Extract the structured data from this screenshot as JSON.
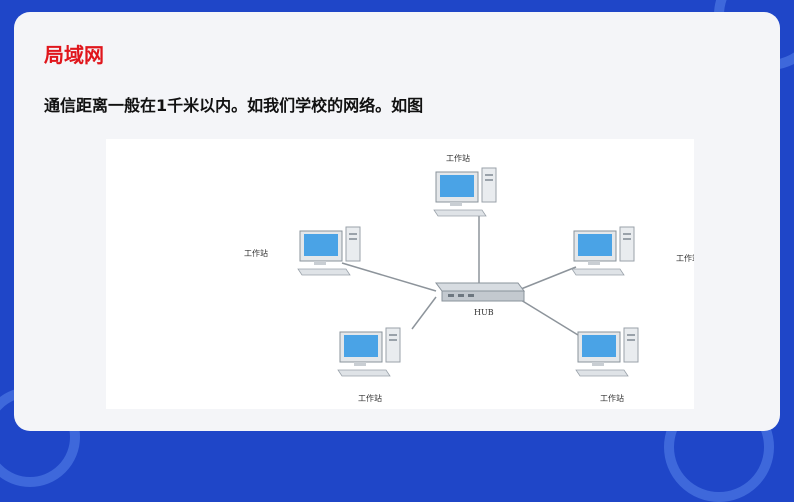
{
  "slide": {
    "title": "局域网",
    "body": "通信距离一般在1千米以内。如我们学校的网络。如图"
  },
  "diagram": {
    "hub_label": "HUB",
    "workstation_label": "工作站",
    "nodes": [
      {
        "id": "top",
        "label": "工作站"
      },
      {
        "id": "left",
        "label": "工作站"
      },
      {
        "id": "right",
        "label": "工作站"
      },
      {
        "id": "bottom-left",
        "label": "工作站"
      },
      {
        "id": "bottom-right",
        "label": "工作站"
      }
    ]
  },
  "colors": {
    "frame_blue": "#1f46c8",
    "title_red": "#e0161c",
    "monitor_screen": "#4aa3e6"
  }
}
